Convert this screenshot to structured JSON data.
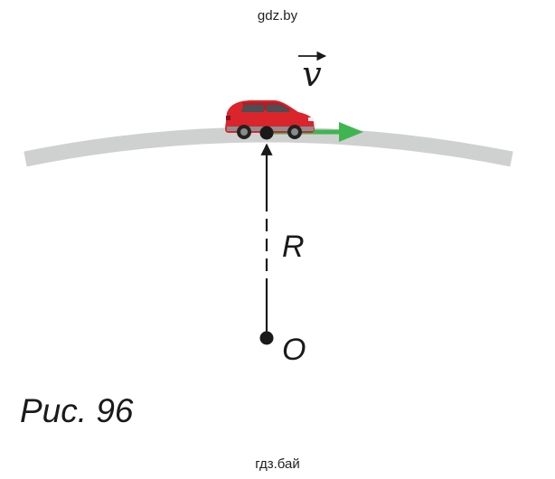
{
  "watermark_top": "gdz.by",
  "watermark_bottom": "гдз.бай",
  "caption": "Рис. 96",
  "labels": {
    "velocity": "v",
    "radius": "R",
    "center": "O"
  },
  "colors": {
    "road": "#cfd1d0",
    "velocity_arrow": "#3fb54f",
    "car_body": "#d9252b",
    "ink": "#1a1a1a"
  },
  "icons": {
    "car": "car-icon"
  }
}
